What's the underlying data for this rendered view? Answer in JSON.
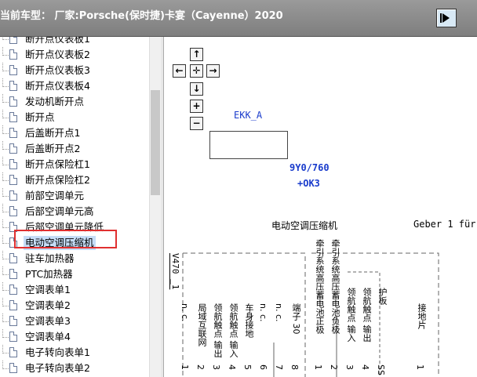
{
  "titlebar": {
    "title": "当前车型： 厂家:Porsche(保时捷)卡宴（Cayenne）2020"
  },
  "tree": {
    "items": [
      {
        "label": "断开点仪表板1"
      },
      {
        "label": "断开点仪表板2"
      },
      {
        "label": "断开点仪表板3"
      },
      {
        "label": "断开点仪表板4"
      },
      {
        "label": "发动机断开点"
      },
      {
        "label": "断开点"
      },
      {
        "label": "后盖断开点1"
      },
      {
        "label": "后盖断开点2"
      },
      {
        "label": "断开点保险杠1"
      },
      {
        "label": "断开点保险杠2"
      },
      {
        "label": "前部空调单元"
      },
      {
        "label": "后部空调单元高"
      },
      {
        "label": "后部空调单元降低"
      },
      {
        "label": "电动空调压缩机"
      },
      {
        "label": "驻车加热器"
      },
      {
        "label": "PTC加热器"
      },
      {
        "label": "空调表单1"
      },
      {
        "label": "空调表单2"
      },
      {
        "label": "空调表单3"
      },
      {
        "label": "空调表单4"
      },
      {
        "label": "电子转向表单1"
      },
      {
        "label": "电子转向表单2"
      }
    ],
    "selected_index": 13
  },
  "nav": {
    "up": "↑",
    "left": "←",
    "center": "✛",
    "right": "→",
    "down": "↓",
    "zoom_in": "+",
    "zoom_out": "−"
  },
  "diagram": {
    "ekk": "EKK_A",
    "code1": "9Y0/760",
    "code2": "+OK3",
    "title": "电动空调压缩机",
    "geber": "Geber 1 für",
    "v470": "V470 _1",
    "pins": [
      {
        "num": "1",
        "label": "n. c."
      },
      {
        "num": "2",
        "label": "局域互联网"
      },
      {
        "num": "3",
        "label": "领航触点 输出"
      },
      {
        "num": "4",
        "label": "领航触点 输入"
      },
      {
        "num": "5",
        "label": "车身接地"
      },
      {
        "num": "6",
        "label": "n. c."
      },
      {
        "num": "7",
        "label": "n. c."
      },
      {
        "num": "8",
        "label": "端子 30"
      },
      {
        "num": "1",
        "label": "牵引系统高压蓄电池正极"
      },
      {
        "num": "2",
        "label": "牵引系统高压蓄电池负极"
      },
      {
        "num": "3",
        "label": "领航触点 输入"
      },
      {
        "num": "4",
        "label": "领航触点 输出"
      },
      {
        "num": "SS",
        "label": "护板"
      },
      {
        "num": "1",
        "label": "接地片"
      }
    ]
  },
  "colors": {
    "titlebar": "#8a8a8a",
    "highlight": "#e03030",
    "diagram_blue": "#1a3ccc"
  }
}
